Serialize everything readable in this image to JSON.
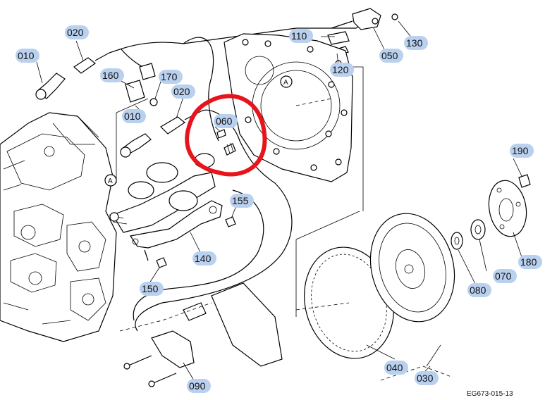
{
  "diagram": {
    "ref_code": "EG673-015-13",
    "section_marker": "A",
    "highlight_color": "#e8141c",
    "label_color": "#b9d0ee",
    "labels": [
      {
        "id": "010a",
        "text": "010"
      },
      {
        "id": "020a",
        "text": "020"
      },
      {
        "id": "160",
        "text": "160"
      },
      {
        "id": "170",
        "text": "170"
      },
      {
        "id": "010b",
        "text": "010"
      },
      {
        "id": "020b",
        "text": "020"
      },
      {
        "id": "060",
        "text": "060"
      },
      {
        "id": "110",
        "text": "110"
      },
      {
        "id": "120",
        "text": "120"
      },
      {
        "id": "050",
        "text": "050"
      },
      {
        "id": "130",
        "text": "130"
      },
      {
        "id": "155",
        "text": "155"
      },
      {
        "id": "140",
        "text": "140"
      },
      {
        "id": "150",
        "text": "150"
      },
      {
        "id": "190",
        "text": "190"
      },
      {
        "id": "180",
        "text": "180"
      },
      {
        "id": "070",
        "text": "070"
      },
      {
        "id": "080",
        "text": "080"
      },
      {
        "id": "040",
        "text": "040"
      },
      {
        "id": "030",
        "text": "030"
      },
      {
        "id": "090",
        "text": "090"
      }
    ]
  }
}
